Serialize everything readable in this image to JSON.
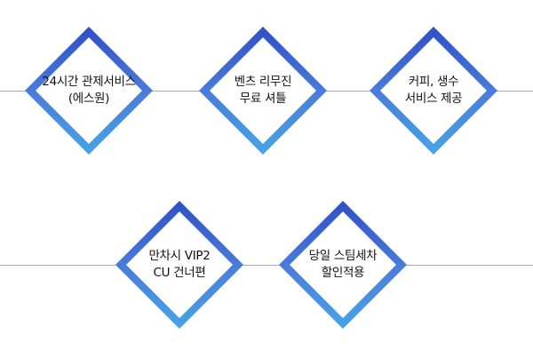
{
  "services": [
    {
      "lines": [
        "24시간 관제서비스",
        "(에스원)"
      ]
    },
    {
      "lines": [
        "벤츠 리무진",
        "무료 셔틀"
      ]
    },
    {
      "lines": [
        "커피, 생수",
        "서비스 제공"
      ]
    },
    {
      "lines": [
        "만차시 VIP2",
        "CU 건너편"
      ]
    },
    {
      "lines": [
        "당일 스팀세차",
        "할인적용"
      ]
    }
  ],
  "colors": {
    "gradient_top": "#2f4fc6",
    "gradient_bottom": "#46a5e6",
    "line": "#a9a9a9",
    "text": "#111111"
  }
}
